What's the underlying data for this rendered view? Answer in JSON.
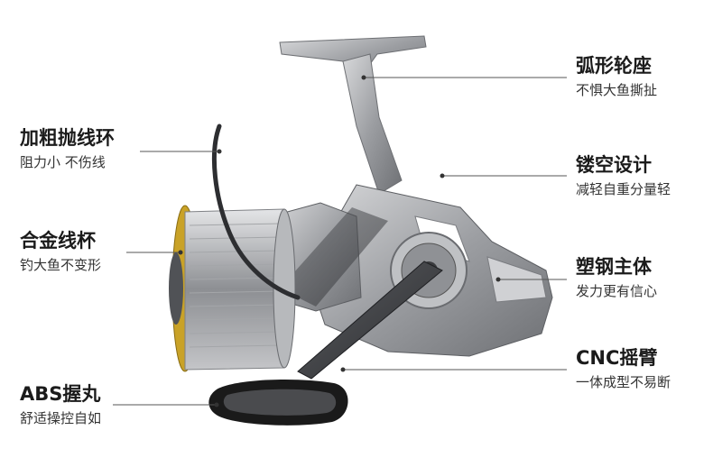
{
  "features": [
    {
      "id": "handle-seat",
      "title": "弧形轮座",
      "subtitle": "不惧大鱼撕扯"
    },
    {
      "id": "bail-wire",
      "title": "加粗抛线环",
      "subtitle": "阻力小 不伤线"
    },
    {
      "id": "hollow-design",
      "title": "镂空设计",
      "subtitle": "减轻自重分量轻"
    },
    {
      "id": "alloy-spool",
      "title": "合金线杯",
      "subtitle": "钓大鱼不变形"
    },
    {
      "id": "plastic-body",
      "title": "塑钢主体",
      "subtitle": "发力更有信心"
    },
    {
      "id": "cnc-arm",
      "title": "CNC摇臂",
      "subtitle": "一体成型不易断"
    },
    {
      "id": "abs-knob",
      "title": "ABS握丸",
      "subtitle": "舒适操控自如"
    }
  ],
  "colors": {
    "text": "#1b1b1b",
    "leader_line": "#555555",
    "reel_metal": "#9a9ca0",
    "spool_gold": "#c9a227",
    "knob_black": "#1a1a1a"
  }
}
